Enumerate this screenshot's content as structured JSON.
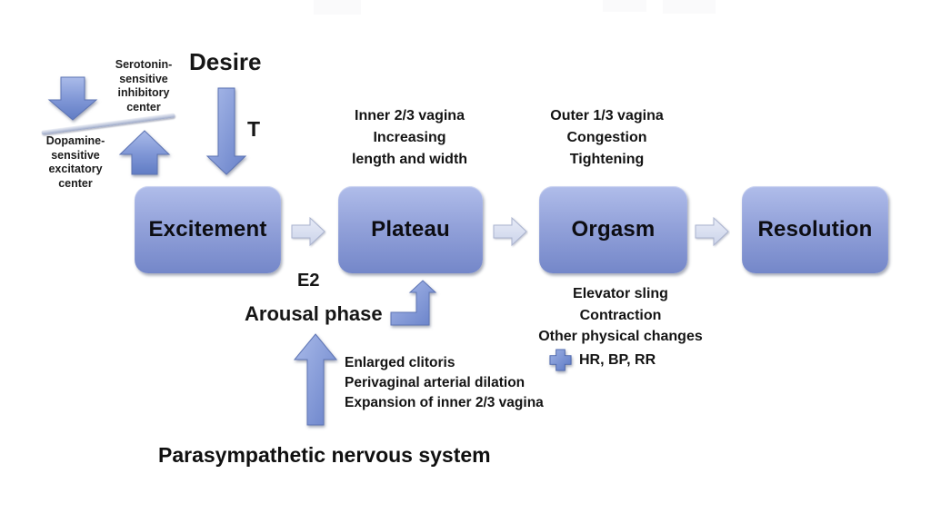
{
  "diagram": {
    "background_color": "#ffffff",
    "accent_color": "#7487c9",
    "arrow_color": "#6c86cc",
    "connector_color": "#dde3f3"
  },
  "brain": {
    "inhibitory_label": "Serotonin-\nsensitive\ninhibitory\ncenter",
    "excitatory_label": "Dopamine-\nsensitive\nexcitatory\ncenter"
  },
  "desire": {
    "title": "Desire",
    "hormone": "T"
  },
  "stages": [
    {
      "label": "Excitement"
    },
    {
      "label": "Plateau"
    },
    {
      "label": "Orgasm"
    },
    {
      "label": "Resolution"
    }
  ],
  "plateau_note": "Inner 2/3 vagina\nIncreasing\nlength and width",
  "orgasm_note": "Outer 1/3 vagina\nCongestion\nTightening",
  "arousal": {
    "hormone": "E2",
    "label": "Arousal phase",
    "effects": [
      "Enlarged clitoris",
      "Perivaginal arterial dilation",
      "Expansion of inner 2/3 vagina"
    ]
  },
  "orgasm_effects": {
    "lines": [
      "Elevator sling",
      "Contraction",
      "Other physical changes"
    ],
    "vitals": "HR, BP, RR"
  },
  "footer": {
    "label": "Parasympathetic nervous system"
  }
}
